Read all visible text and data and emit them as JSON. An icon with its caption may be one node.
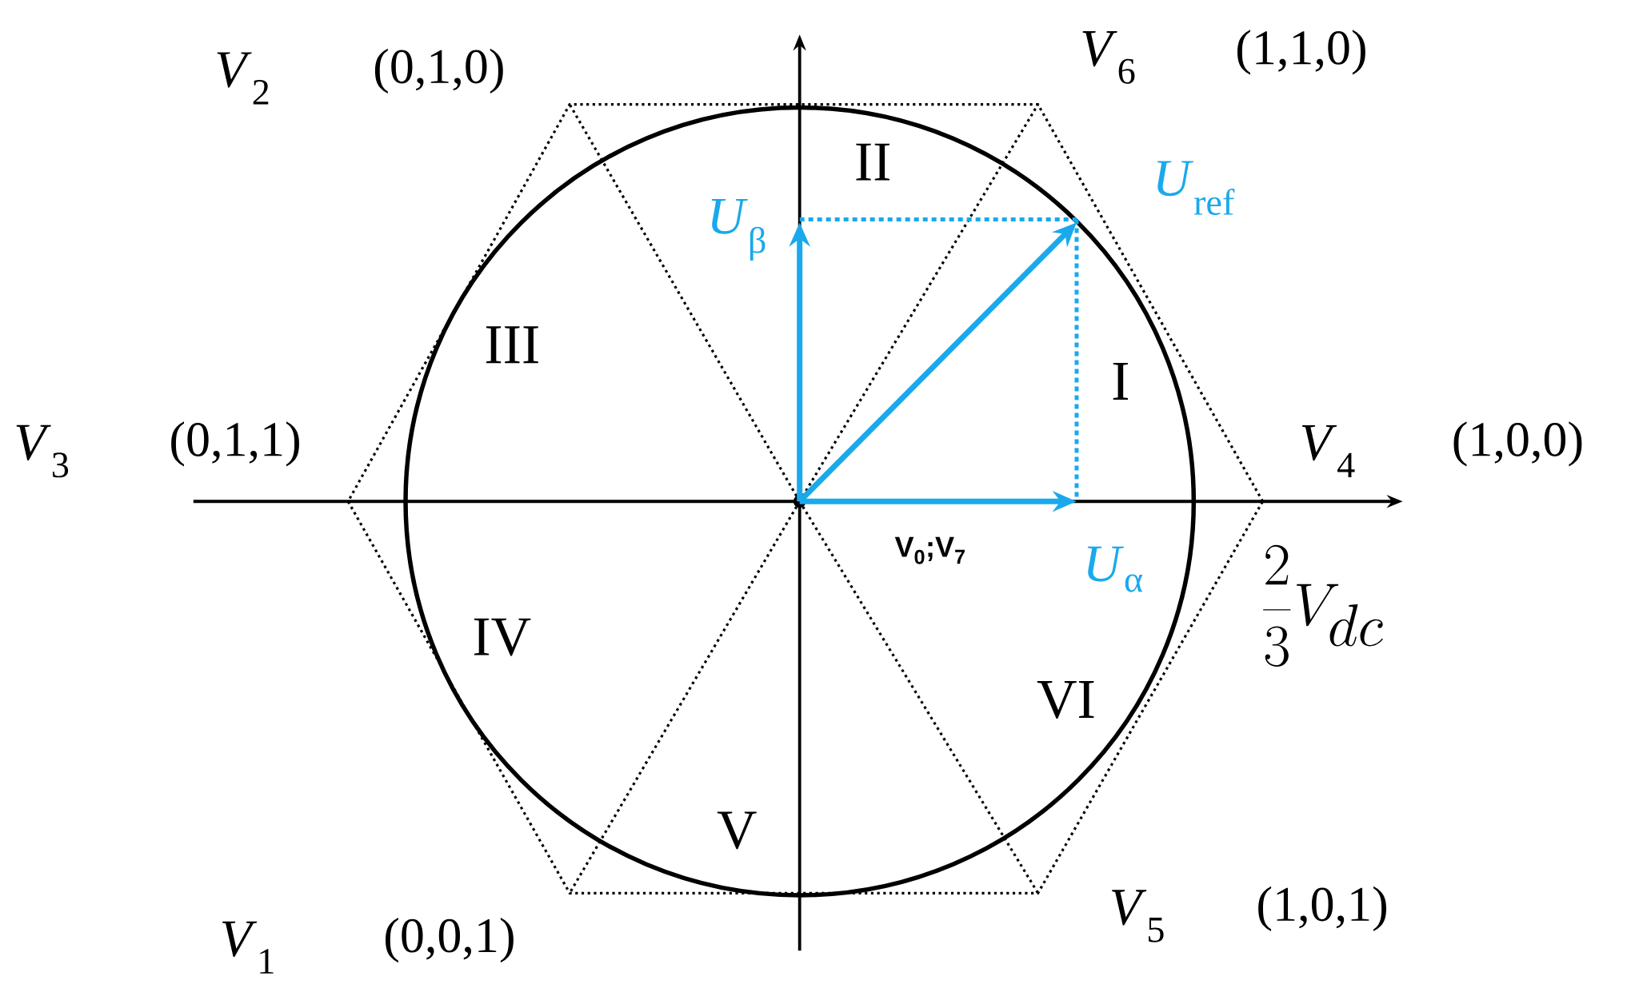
{
  "diagram": {
    "labels": [
      "*V*$_{2}$",
      "(0,1,0)",
      "*V*$_{6}$",
      "(1,1,0)",
      "*U*$_{ref}$",
      "*U*$_{β}$",
      "II",
      "III",
      "I",
      "*V*$_{3}$",
      "(0,1,1)",
      "*V*$_{4}$",
      "(1,0,0)",
      "V$_{0}$;V$_{7}$",
      "*U*$_{α}$",
      "\\frac{2}{3}V_{dc}",
      "IV",
      "VI",
      "V",
      "*V*$_{5}$",
      "(1,0,1)",
      "*V*$_{1}$",
      "(0,0,1)"
    ]
  }
}
